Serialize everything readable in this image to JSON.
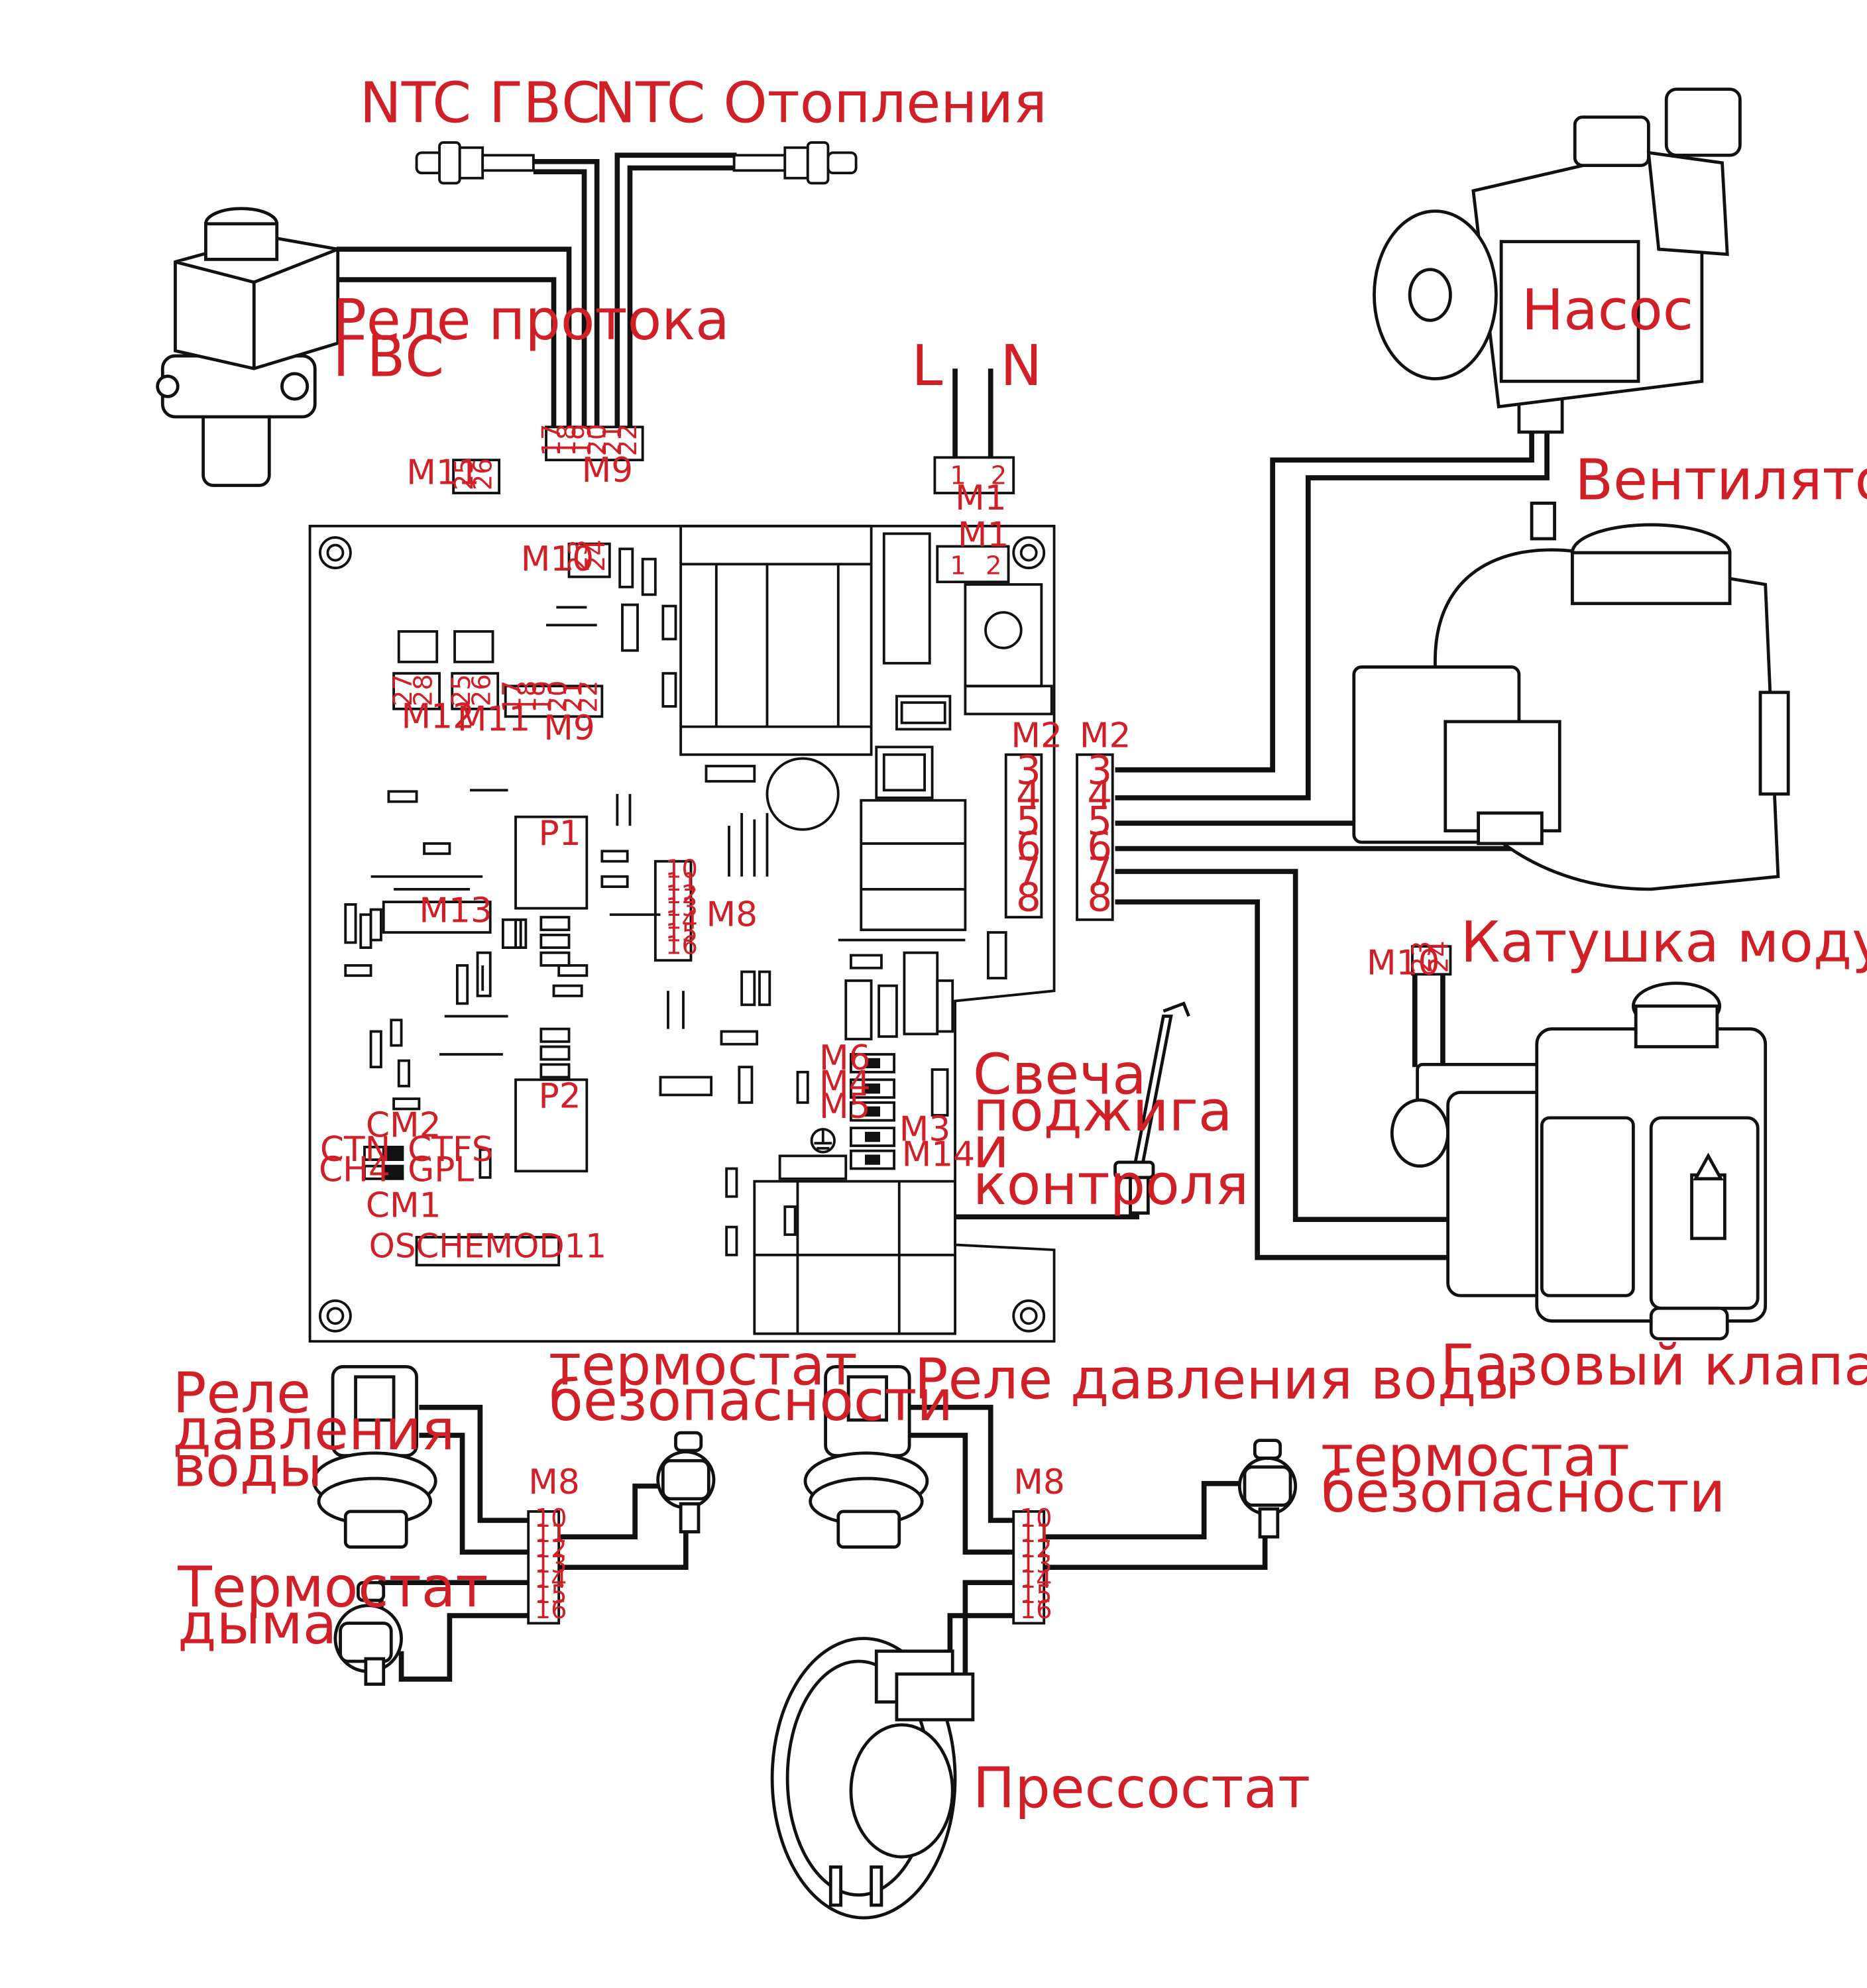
{
  "colors": {
    "label": "#d01f27",
    "line": "#111111",
    "board": "#ffffff",
    "part": "#e8e8e8"
  },
  "labels": {
    "ntc_gvs": "NTC ГВС",
    "ntc_heating": "NTC Отопления",
    "relay_flow_1": "Реле протока",
    "relay_flow_2": "ГВС",
    "pump": "Насос",
    "fan": "Вентилятор",
    "modulation_coil": "Катушка модуляции",
    "gas_valve": "Газовый клапан",
    "ignition_1": "Свеча",
    "ignition_2": "поджига",
    "ignition_3": "и",
    "ignition_4": "контроля",
    "water_pressure_left_1": "Реле",
    "water_pressure_left_2": "давления",
    "water_pressure_left_3": "воды",
    "safety_thermostat_left_1": "термостат",
    "safety_thermostat_left_2": "безопасности",
    "smoke_thermostat_1": "Термостат",
    "smoke_thermostat_2": "дыма",
    "water_pressure_right": "Реле давления воды",
    "safety_thermostat_right_1": "термостат",
    "safety_thermostat_right_2": "безопасности",
    "pressostat": "Прессостат",
    "phase_L": "L",
    "phase_N": "N"
  },
  "connectors": {
    "M1": "M1",
    "M2": "M2",
    "M3": "M3",
    "M4": "M4",
    "M5": "M5",
    "M6": "M6",
    "M8": "M8",
    "M9": "M9",
    "M10": "M10",
    "M11": "M11",
    "M12": "M12",
    "M13": "M13",
    "M14": "M14",
    "P1": "P1",
    "P2": "P2",
    "CM1": "CM1",
    "CM2": "CM2"
  },
  "jumpers": {
    "CTN": "CTN",
    "CTFS": "CTFS",
    "CH4": "CH4",
    "GPL": "GPL"
  },
  "board_code": "OSCHEMOD11",
  "pins": {
    "M1": [
      "1",
      "2"
    ],
    "M2": [
      "3",
      "4",
      "5",
      "6",
      "7",
      "8"
    ],
    "M8": [
      "10",
      "11",
      "12",
      "13",
      "14",
      "15",
      "16"
    ],
    "M9": [
      "17",
      "18",
      "19",
      "20",
      "21",
      "22"
    ],
    "M10": [
      "23",
      "24"
    ],
    "M11": [
      "25",
      "26"
    ],
    "M12": [
      "27",
      "28"
    ]
  }
}
